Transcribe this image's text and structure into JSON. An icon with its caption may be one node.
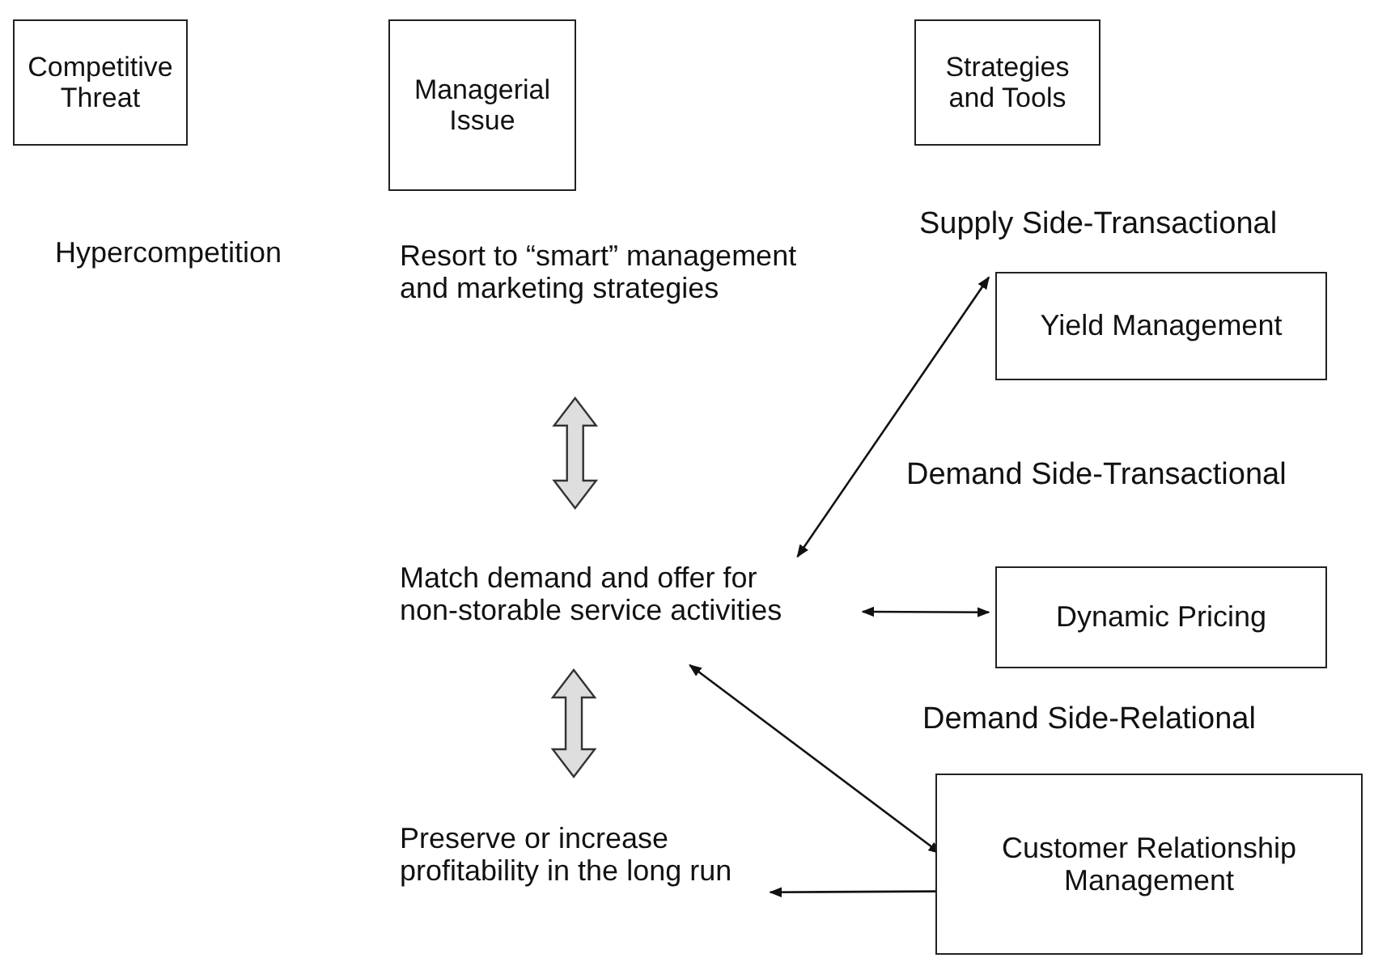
{
  "diagram": {
    "nodes": [
      {
        "text": [
          "Competitive Threat"
        ]
      },
      {
        "text": [
          "Managerial Issue"
        ]
      },
      {
        "text": [
          "Strategies and Tools"
        ]
      },
      {
        "text": [
          "Hypercompetition"
        ]
      },
      {
        "text": [
          "Resort to “smart” management and marketing strategies"
        ]
      },
      {
        "text": [
          "Yield Management"
        ]
      },
      {
        "text": [
          "Match demand and offer for non-storable service activities"
        ]
      },
      {
        "text": [
          "Dynamic Pricing"
        ]
      },
      {
        "text": [
          "Preserve or increase profitability in the long run"
        ]
      },
      {
        "text": [
          "Customer Relationship Management"
        ]
      }
    ],
    "edges": [
      {
        "from": 6,
        "to": 5,
        "arrow": "both"
      },
      {
        "from": 6,
        "to": 7,
        "arrow": "both"
      },
      {
        "from": 6,
        "to": 9,
        "arrow": "both"
      },
      {
        "from": 9,
        "to": 8,
        "arrow": "to"
      },
      {
        "from": 4,
        "to": 6,
        "arrow": "both",
        "style": "thick"
      },
      {
        "from": 6,
        "to": 8,
        "arrow": "both",
        "style": "thick"
      }
    ],
    "labels": [
      "Supply Side-Transactional",
      "Demand Side-Transactional",
      "Demand Side-Relational"
    ]
  }
}
